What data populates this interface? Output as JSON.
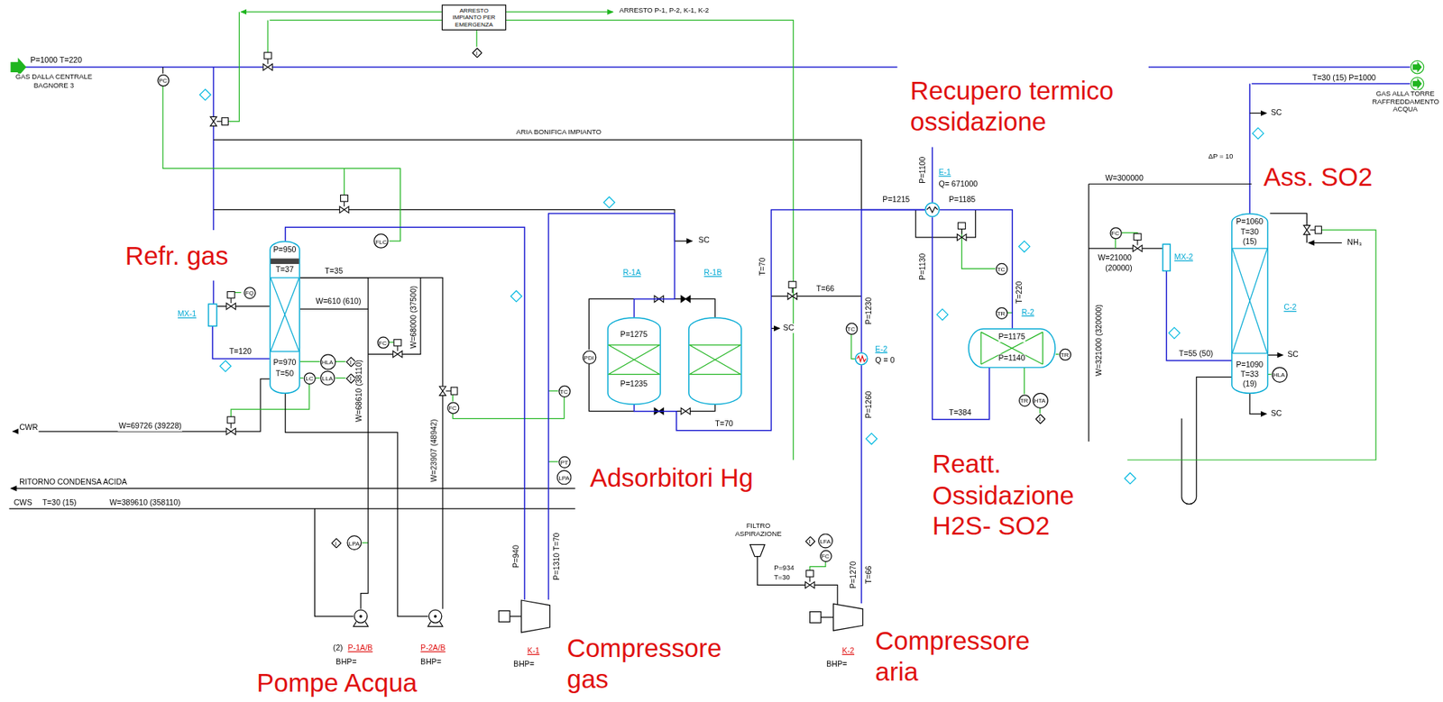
{
  "diagram": {
    "nodes": [
      {
        "text": [
          "ARRESTO IMPIANTO PER EMERGENZA"
        ]
      },
      {
        "text": [
          "PC"
        ]
      },
      {
        "text": [
          "I"
        ]
      },
      {
        "text": [
          "MX-1"
        ]
      },
      {
        "text": [
          "FQ"
        ]
      },
      {
        "text": [
          "P=950",
          "T=37",
          "P=970",
          "T=50"
        ]
      },
      {
        "text": [
          "FLC"
        ]
      },
      {
        "text": [
          "HLA"
        ]
      },
      {
        "text": [
          "LC"
        ]
      },
      {
        "text": [
          "LLA"
        ]
      },
      {
        "text": [
          "I"
        ]
      },
      {
        "text": [
          "I"
        ]
      },
      {
        "text": [
          "FC"
        ]
      },
      {
        "text": [
          "FC"
        ]
      },
      {
        "text": [
          "TC"
        ]
      },
      {
        "text": [
          "PT"
        ]
      },
      {
        "text": [
          "LPA"
        ]
      },
      {
        "text": [
          "I"
        ]
      },
      {
        "text": [
          "LPA"
        ]
      },
      {
        "text": [
          "(2)",
          "P-1A/B",
          "BHP="
        ]
      },
      {
        "text": [
          "P-2A/B",
          "BHP="
        ]
      },
      {
        "text": [
          "K-1",
          "BHP="
        ]
      },
      {
        "text": [
          "R-1A",
          "P=1275",
          "P=1235"
        ]
      },
      {
        "text": [
          "R-1B"
        ]
      },
      {
        "text": [
          "PDI"
        ]
      },
      {
        "text": [
          "TC"
        ]
      },
      {
        "text": [
          "E-2",
          "Q = 0"
        ]
      },
      {
        "text": [
          "I"
        ]
      },
      {
        "text": [
          "LFA"
        ]
      },
      {
        "text": [
          "FC"
        ]
      },
      {
        "text": [
          "K-2",
          "BHP="
        ]
      },
      {
        "text": [
          "E-1",
          "Q= 671000"
        ]
      },
      {
        "text": [
          "TC"
        ]
      },
      {
        "text": [
          "TR"
        ]
      },
      {
        "text": [
          "R-2",
          "P=1175",
          "P=1140"
        ]
      },
      {
        "text": [
          "TR"
        ]
      },
      {
        "text": [
          "TR"
        ]
      },
      {
        "text": [
          "HTA"
        ]
      },
      {
        "text": [
          "I"
        ]
      },
      {
        "text": [
          "FC"
        ]
      },
      {
        "text": [
          "MX-2"
        ]
      },
      {
        "text": [
          "C-2",
          "P=1060",
          "T=30",
          "(15)",
          "P=1090",
          "T=33",
          "(19)"
        ]
      },
      {
        "text": [
          "HLA"
        ]
      }
    ],
    "edges": [
      {
        "from": 3,
        "to": 5,
        "arrow": "none"
      },
      {
        "from": 5,
        "to": 21,
        "arrow": "none"
      },
      {
        "from": 21,
        "to": 22,
        "arrow": "none"
      },
      {
        "from": 22,
        "to": 31,
        "arrow": "none"
      },
      {
        "from": 30,
        "to": 26,
        "arrow": "none"
      },
      {
        "from": 26,
        "to": 31,
        "arrow": "none"
      },
      {
        "from": 31,
        "to": 34,
        "arrow": "none"
      },
      {
        "from": 34,
        "to": 31,
        "arrow": "none"
      },
      {
        "from": 40,
        "to": 41,
        "arrow": "none"
      },
      {
        "from": 5,
        "to": 20,
        "arrow": "none"
      },
      {
        "from": 19,
        "to": 5,
        "arrow": "none"
      }
    ],
    "labels": [
      "P=1000 T=220",
      "GAS DALLA CENTRALE BAGNORE 3",
      "ARRESTO P-1, P-2, K-1, K-2",
      "ARIA BONIFICA IMPIANTO",
      "T=30 (15) P=1000",
      "GAS ALLA TORRE RAFFREDDAMENTO ACQUA",
      "SC",
      "ΔP = 10",
      "Recupero termico ossidazione",
      "Ass. SO2",
      "Refr. gas",
      "SC",
      "T=35",
      "W=610 (610)",
      "T=120",
      "W=68000 (37500)",
      "W=68610 (38110)",
      "W=23907 (48942)",
      "CWR",
      "W=69726 (39228)",
      "RITORNO CONDENSA ACIDA",
      "CWS",
      "T=30 (15)",
      "W=389610 (358110)",
      "Adsorbitori Hg",
      "P=940",
      "P=1310 T=70",
      "Compressore gas",
      "Pompe Acqua",
      "T=70",
      "SC",
      "T=70",
      "T=66",
      "P=1230",
      "P=1260",
      "FILTRO ASPIRAZIONE",
      "P=934",
      "T=30",
      "P=1270",
      "T=66",
      "Compressore aria",
      "Reatt. Ossidazione H2S- SO2",
      "P=1215",
      "P=1185",
      "P=1100",
      "P=1130",
      "T=220",
      "T=384",
      "W=300000",
      "W=21000",
      "(20000)",
      "W=321000 (320000)",
      "T=55 (50)",
      "NH₃",
      "SC",
      "SC"
    ]
  }
}
